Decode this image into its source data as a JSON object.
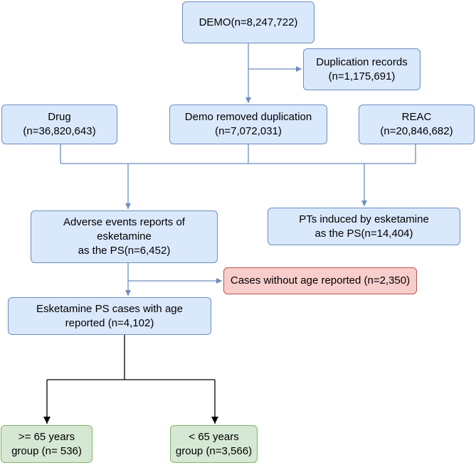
{
  "nodes": {
    "demo": {
      "line1": "DEMO(n=8,247,722)"
    },
    "duplication": {
      "line1": "Duplication records",
      "line2": "(n=1,175,691)"
    },
    "drug": {
      "line1": "Drug",
      "line2": "(n=36,820,643)"
    },
    "demo_removed": {
      "line1": "Demo removed duplication",
      "line2": "(n=7,072,031)"
    },
    "reac": {
      "line1": "REAC",
      "line2": "(n=20,846,682)"
    },
    "adverse_events": {
      "line1": "Adverse events reports of",
      "line2": "esketamine",
      "line3": "as the PS(n=6,452)"
    },
    "pts_induced": {
      "line1": "PTs induced by esketamine",
      "line2": "as the PS(n=14,404)"
    },
    "no_age": {
      "line1": "Cases without age reported (n=2,350)"
    },
    "with_age": {
      "line1": "Esketamine PS cases with age",
      "line2": "reported (n=4,102)"
    },
    "ge65": {
      "line1": ">= 65 years",
      "line2": "group (n= 536)"
    },
    "lt65": {
      "line1": "< 65 years",
      "line2": "group (n=3,566)"
    }
  },
  "colors": {
    "blue_fill": "#dae8fc",
    "blue_border": "#6c8ebf",
    "red_fill": "#f8cecc",
    "red_border": "#b85450",
    "green_fill": "#d5e8d4",
    "green_border": "#82b366",
    "connector_blue": "#6c8ebf",
    "connector_black": "#000000"
  }
}
